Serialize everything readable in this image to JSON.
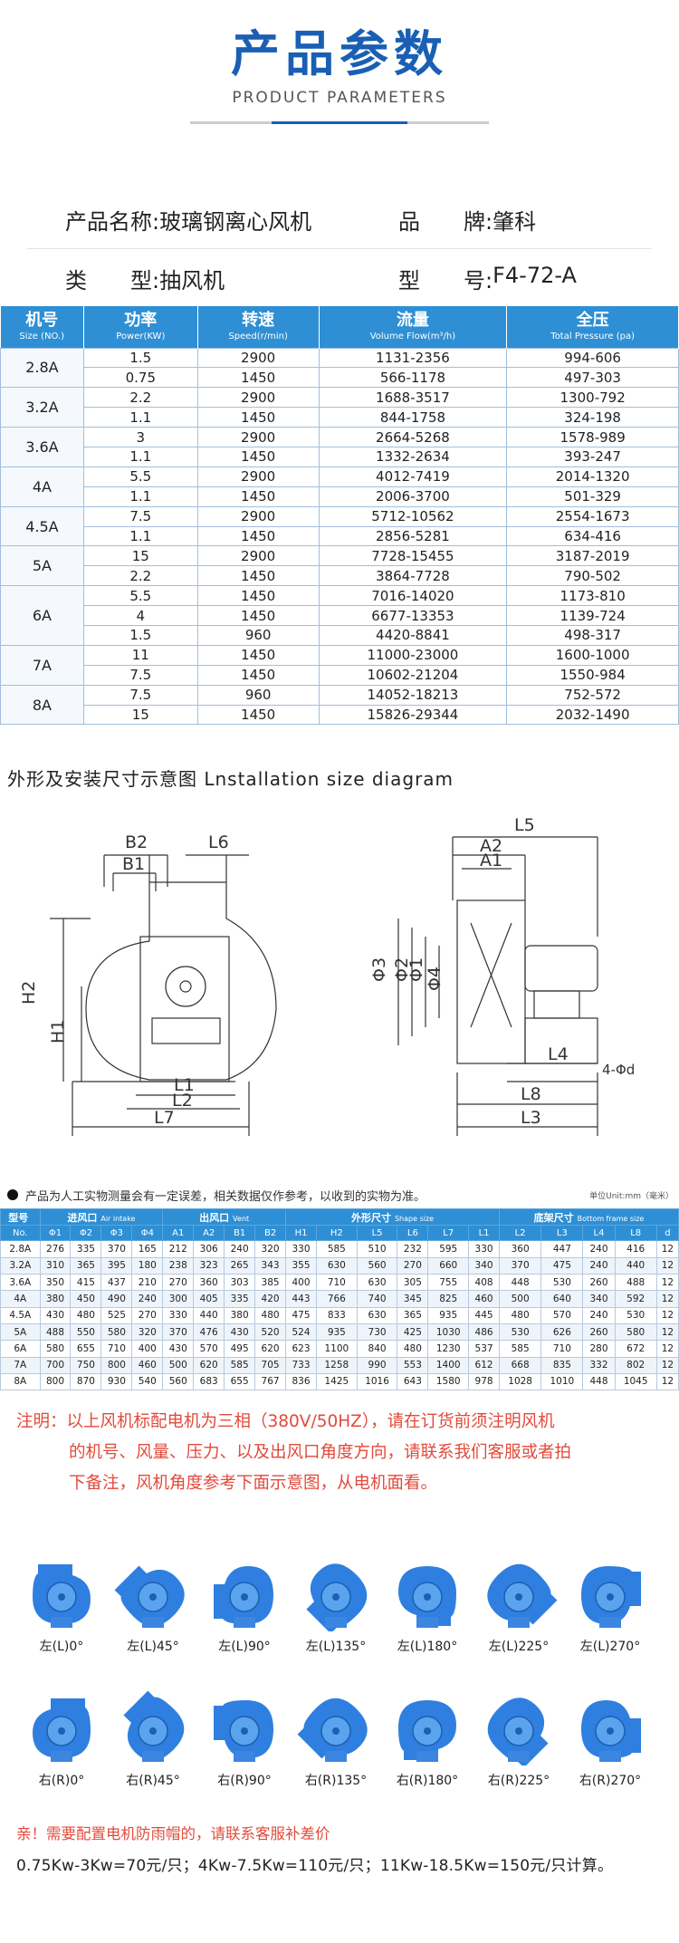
{
  "header": {
    "title": "产品参数",
    "subtitle": "PRODUCT PARAMETERS"
  },
  "info": [
    {
      "label1": "产品名称:",
      "value1": "玻璃钢离心风机",
      "label2": "品　　牌:",
      "value2": "肇科"
    },
    {
      "label1": "类　　型:",
      "value1": "抽风机",
      "label2": "型　　号:",
      "value2": "F4-72-A"
    }
  ],
  "spec_table": {
    "headers": [
      {
        "zh": "机号",
        "en": "Size (NO.)"
      },
      {
        "zh": "功率",
        "en": "Power(KW)"
      },
      {
        "zh": "转速",
        "en": "Speed(r/min)"
      },
      {
        "zh": "流量",
        "en": "Volume Flow(m³/h)"
      },
      {
        "zh": "全压",
        "en": "Total Pressure (pa)"
      }
    ],
    "groups": [
      {
        "model": "2.8A",
        "rows": [
          [
            "1.5",
            "2900",
            "1131-2356",
            "994-606"
          ],
          [
            "0.75",
            "1450",
            "566-1178",
            "497-303"
          ]
        ]
      },
      {
        "model": "3.2A",
        "rows": [
          [
            "2.2",
            "2900",
            "1688-3517",
            "1300-792"
          ],
          [
            "1.1",
            "1450",
            "844-1758",
            "324-198"
          ]
        ]
      },
      {
        "model": "3.6A",
        "rows": [
          [
            "3",
            "2900",
            "2664-5268",
            "1578-989"
          ],
          [
            "1.1",
            "1450",
            "1332-2634",
            "393-247"
          ]
        ]
      },
      {
        "model": "4A",
        "rows": [
          [
            "5.5",
            "2900",
            "4012-7419",
            "2014-1320"
          ],
          [
            "1.1",
            "1450",
            "2006-3700",
            "501-329"
          ]
        ]
      },
      {
        "model": "4.5A",
        "rows": [
          [
            "7.5",
            "2900",
            "5712-10562",
            "2554-1673"
          ],
          [
            "1.1",
            "1450",
            "2856-5281",
            "634-416"
          ]
        ]
      },
      {
        "model": "5A",
        "rows": [
          [
            "15",
            "2900",
            "7728-15455",
            "3187-2019"
          ],
          [
            "2.2",
            "1450",
            "3864-7728",
            "790-502"
          ]
        ]
      },
      {
        "model": "6A",
        "rows": [
          [
            "5.5",
            "1450",
            "7016-14020",
            "1173-810"
          ],
          [
            "4",
            "1450",
            "6677-13353",
            "1139-724"
          ],
          [
            "1.5",
            "960",
            "4420-8841",
            "498-317"
          ]
        ]
      },
      {
        "model": "7A",
        "rows": [
          [
            "11",
            "1450",
            "11000-23000",
            "1600-1000"
          ],
          [
            "7.5",
            "1450",
            "10602-21204",
            "1550-984"
          ]
        ]
      },
      {
        "model": "8A",
        "rows": [
          [
            "7.5",
            "960",
            "14052-18213",
            "752-572"
          ],
          [
            "15",
            "1450",
            "15826-29344",
            "2032-1490"
          ]
        ]
      }
    ]
  },
  "diagram": {
    "title": "外形及安装尺寸示意图 Lnstallation size diagram",
    "left_labels": {
      "b2": "B2",
      "b1": "B1",
      "l6": "L6",
      "h2": "H2",
      "h1": "H1",
      "l1": "L1",
      "l2": "L2",
      "l7": "L7"
    },
    "right_labels": {
      "l5": "L5",
      "a2": "A2",
      "a1": "A1",
      "phi3": "Φ3",
      "phi2": "Φ2",
      "phi1": "Φ1",
      "phi4": "Φ4",
      "l4": "L4",
      "holes": "4-Φd",
      "l8": "L8",
      "l3": "L3"
    }
  },
  "note": {
    "text": "产品为人工实物测量会有一定误差，相关数据仅作参考，以收到的实物为准。",
    "unit": "单位Unit:mm（毫米）"
  },
  "dim_table": {
    "groups": [
      {
        "label": "型号",
        "en": ""
      },
      {
        "label": "进风口",
        "en": "Air intake"
      },
      {
        "label": "出风口",
        "en": "Vent"
      },
      {
        "label": "外形尺寸",
        "en": "Shape size"
      },
      {
        "label": "底架尺寸",
        "en": "Bottom frame size"
      }
    ],
    "columns": [
      "No.",
      "Φ1",
      "Φ2",
      "Φ3",
      "Φ4",
      "A1",
      "A2",
      "B1",
      "B2",
      "H1",
      "H2",
      "L5",
      "L6",
      "L7",
      "L1",
      "L2",
      "L3",
      "L4",
      "L8",
      "d"
    ],
    "rows": [
      [
        "2.8A",
        "276",
        "335",
        "370",
        "165",
        "212",
        "306",
        "240",
        "320",
        "330",
        "585",
        "510",
        "232",
        "595",
        "330",
        "360",
        "447",
        "240",
        "416",
        "12"
      ],
      [
        "3.2A",
        "310",
        "365",
        "395",
        "180",
        "238",
        "323",
        "265",
        "343",
        "355",
        "630",
        "560",
        "270",
        "660",
        "340",
        "370",
        "475",
        "240",
        "440",
        "12"
      ],
      [
        "3.6A",
        "350",
        "415",
        "437",
        "210",
        "270",
        "360",
        "303",
        "385",
        "400",
        "710",
        "630",
        "305",
        "755",
        "408",
        "448",
        "530",
        "260",
        "488",
        "12"
      ],
      [
        "4A",
        "380",
        "450",
        "490",
        "240",
        "300",
        "405",
        "335",
        "420",
        "443",
        "766",
        "740",
        "345",
        "825",
        "460",
        "500",
        "640",
        "340",
        "592",
        "12"
      ],
      [
        "4.5A",
        "430",
        "480",
        "525",
        "270",
        "330",
        "440",
        "380",
        "480",
        "475",
        "833",
        "630",
        "365",
        "935",
        "445",
        "480",
        "570",
        "240",
        "530",
        "12"
      ],
      [
        "5A",
        "488",
        "550",
        "580",
        "320",
        "370",
        "476",
        "430",
        "520",
        "524",
        "935",
        "730",
        "425",
        "1030",
        "486",
        "530",
        "626",
        "260",
        "580",
        "12"
      ],
      [
        "6A",
        "580",
        "655",
        "710",
        "400",
        "430",
        "570",
        "495",
        "620",
        "623",
        "1100",
        "840",
        "480",
        "1230",
        "537",
        "585",
        "710",
        "280",
        "672",
        "12"
      ],
      [
        "7A",
        "700",
        "750",
        "800",
        "460",
        "500",
        "620",
        "585",
        "705",
        "733",
        "1258",
        "990",
        "553",
        "1400",
        "612",
        "668",
        "835",
        "332",
        "802",
        "12"
      ],
      [
        "8A",
        "800",
        "870",
        "930",
        "540",
        "560",
        "683",
        "655",
        "767",
        "836",
        "1425",
        "1016",
        "643",
        "1580",
        "978",
        "1028",
        "1010",
        "448",
        "1045",
        "12"
      ]
    ]
  },
  "remark": {
    "line1": "注明：以上风机标配电机为三相（380V/50HZ），请在订货前须注明风机",
    "line2": "的机号、风量、压力、以及出风口角度方向，请联系我们客服或者拍",
    "line3": "下备注，风机角度参考下面示意图，从电机面看。"
  },
  "fans": [
    {
      "label": "左(L)0°",
      "angle": 0
    },
    {
      "label": "左(L)45°",
      "angle": 45
    },
    {
      "label": "左(L)90°",
      "angle": 90
    },
    {
      "label": "左(L)135°",
      "angle": 135
    },
    {
      "label": "左(L)180°",
      "angle": 180
    },
    {
      "label": "左(L)225°",
      "angle": 225
    },
    {
      "label": "左(L)270°",
      "angle": 270
    },
    {
      "label": "右(R)0°",
      "angle": 0
    },
    {
      "label": "右(R)45°",
      "angle": 45
    },
    {
      "label": "右(R)90°",
      "angle": 90
    },
    {
      "label": "右(R)135°",
      "angle": 135
    },
    {
      "label": "右(R)180°",
      "angle": 180
    },
    {
      "label": "右(R)225°",
      "angle": 225
    },
    {
      "label": "右(R)270°",
      "angle": 270
    }
  ],
  "footer": {
    "rain_note": "亲！需要配置电机防雨帽的，请联系客服补差价",
    "prices": "0.75Kw-3Kw=70元/只；4Kw-7.5Kw=110元/只；11Kw-18.5Kw=150元/只计算。"
  },
  "colors": {
    "brand_blue": "#1a5fb4",
    "table_header": "#2e8fd4",
    "fan_blue": "#2f7fe0",
    "remark_red": "#e24a3b"
  }
}
